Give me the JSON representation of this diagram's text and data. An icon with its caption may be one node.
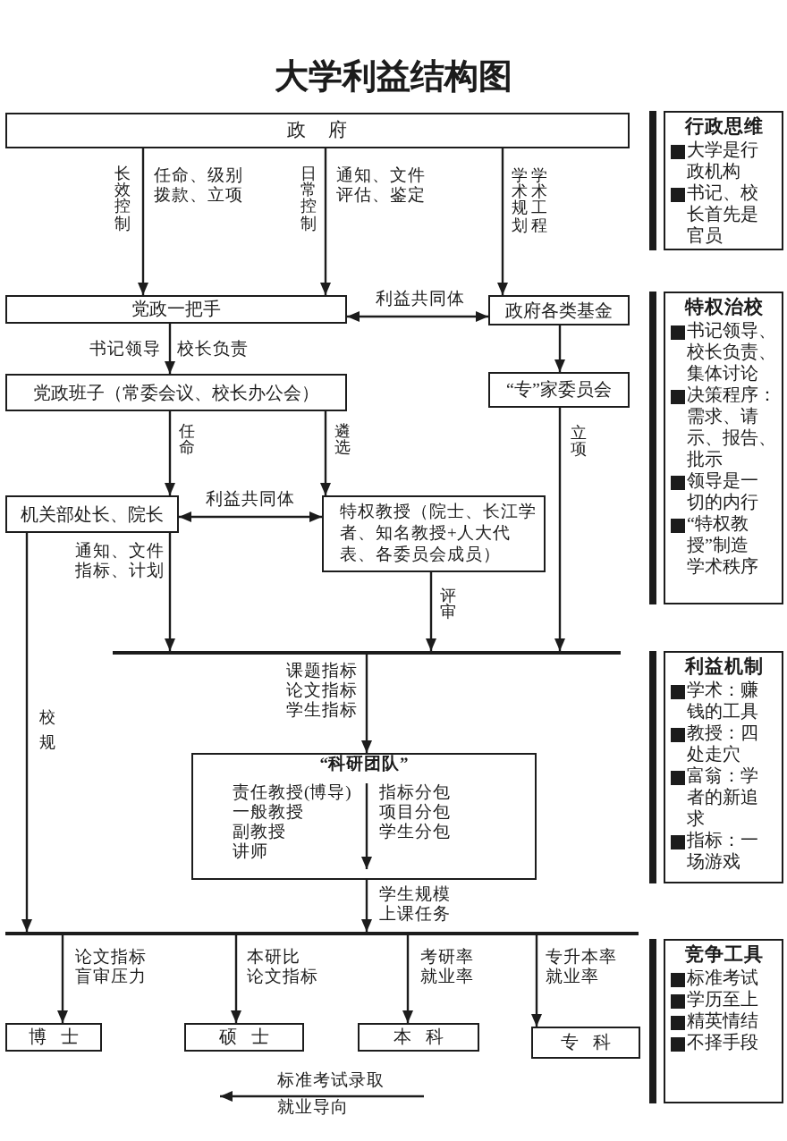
{
  "diagram": {
    "title": "大学利益结构图",
    "nodes": [
      {
        "text": [
          "政府"
        ]
      },
      {
        "text": [
          "行政思维",
          "大学是行政机构",
          "书记、校长首先是官员"
        ]
      },
      {
        "text": [
          "党政一把手"
        ]
      },
      {
        "text": [
          "政府各类基金"
        ]
      },
      {
        "text": [
          "特权治校",
          "书记领导、校长负责、集体讨论",
          "决策程序：需求、请示、报告、批示",
          "领导是一切的内行",
          "“特权教授”制造学术秩序"
        ]
      },
      {
        "text": [
          "党政班子（常委会议、校长办公会）"
        ]
      },
      {
        "text": [
          "“专”家委员会"
        ]
      },
      {
        "text": [
          "机关部处长、院长"
        ]
      },
      {
        "text": [
          "特权教授（院士、长江学者、知名教授+人大代表、各委员会成员）"
        ]
      },
      {
        "text": [],
        "shape": "bar"
      },
      {
        "text": [
          "利益机制",
          "学术：赚钱的工具",
          "教授：四处走穴",
          "富翁：学者的新追求",
          "指标：一场游戏"
        ]
      },
      {
        "text": [
          "“科研团队”",
          "责任教授(博导)",
          "一般教授",
          "副教授",
          "讲师",
          "指标分包",
          "项目分包",
          "学生分包"
        ]
      },
      {
        "text": [],
        "shape": "bar"
      },
      {
        "text": [
          "博士"
        ]
      },
      {
        "text": [
          "硕士"
        ]
      },
      {
        "text": [
          "本科"
        ]
      },
      {
        "text": [
          "专科"
        ]
      },
      {
        "text": [
          "竞争工具",
          "标准考试",
          "学历至上",
          "精英情结",
          "不择手段"
        ]
      }
    ],
    "edges": [
      {
        "from": 0,
        "to": 2,
        "arrow": "to",
        "label": "长效控制"
      },
      {
        "from": 0,
        "to": 2,
        "arrow": "to",
        "label": "日常控制"
      },
      {
        "from": 0,
        "to": 3,
        "arrow": "to",
        "label": "学术规划"
      },
      {
        "from": 2,
        "to": 3,
        "arrow": "both",
        "label": "利益共同体"
      },
      {
        "from": 2,
        "to": 5,
        "arrow": "to",
        "label": "书记领导"
      },
      {
        "from": 3,
        "to": 6,
        "arrow": "to"
      },
      {
        "from": 5,
        "to": 7,
        "arrow": "to",
        "label": "任命"
      },
      {
        "from": 5,
        "to": 8,
        "arrow": "to",
        "label": "遴选"
      },
      {
        "from": 7,
        "to": 8,
        "arrow": "both",
        "label": "利益共同体"
      },
      {
        "from": 7,
        "to": 9,
        "arrow": "to",
        "label": "通知、文件指标、计划"
      },
      {
        "from": 8,
        "to": 9,
        "arrow": "to",
        "label": "评审"
      },
      {
        "from": 6,
        "to": 9,
        "arrow": "to",
        "label": "立项"
      },
      {
        "from": 9,
        "to": 11,
        "arrow": "to",
        "label": "课题指标论文指标学生指标"
      },
      {
        "from": 7,
        "to": 12,
        "arrow": "to",
        "label": "校规"
      },
      {
        "from": 11,
        "to": 12,
        "arrow": "to",
        "label": "学生规模上课任务"
      },
      {
        "from": 12,
        "to": 13,
        "arrow": "to",
        "label": "论文指标盲审压力"
      },
      {
        "from": 12,
        "to": 14,
        "arrow": "to",
        "label": "本研比论文指标"
      },
      {
        "from": 12,
        "to": 15,
        "arrow": "to",
        "label": "考研率就业率"
      },
      {
        "from": 12,
        "to": 16,
        "arrow": "to",
        "label": "专升本率就业率"
      }
    ],
    "labels": [
      "任命、级别拨款、立项",
      "通知、文件评估、鉴定",
      "学术工程",
      "校长负责",
      "标准考试录取",
      "就业导向"
    ]
  }
}
